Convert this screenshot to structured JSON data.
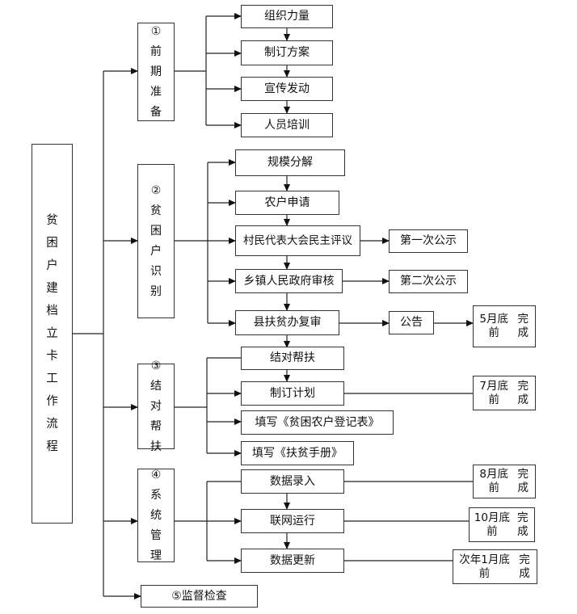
{
  "root": {
    "chars": [
      "贫",
      "困",
      "户",
      "建",
      "档",
      "立",
      "卡",
      "工",
      "作",
      "流",
      "程"
    ]
  },
  "phases": [
    {
      "id": "p1",
      "chars": [
        "①",
        "前",
        "期",
        "准",
        "备"
      ]
    },
    {
      "id": "p2",
      "chars": [
        "②",
        "贫",
        "困",
        "户",
        "识",
        "别"
      ]
    },
    {
      "id": "p3",
      "chars": [
        "③",
        "结",
        "对",
        "帮",
        "扶"
      ]
    },
    {
      "id": "p4",
      "chars": [
        "④",
        "系",
        "统",
        "管",
        "理"
      ]
    },
    {
      "id": "p5",
      "label": "⑤监督检查"
    }
  ],
  "steps": {
    "p1": [
      "组织力量",
      "制订方案",
      "宣传发动",
      "人员培训"
    ],
    "p2": [
      "规模分解",
      "农户申请",
      "村民代表大会民主评议",
      "乡镇人民政府审核",
      "县扶贫办复审"
    ],
    "p3": [
      "结对帮扶",
      "制订计划",
      "填写《贫困农户登记表》",
      "填写《扶贫手册》"
    ],
    "p4": [
      "数据录入",
      "联网运行",
      "数据更新"
    ]
  },
  "notices": [
    "第一次公示",
    "第二次公示",
    "公告"
  ],
  "deadlines": [
    {
      "line1": "5月底前",
      "line2": "完成"
    },
    {
      "line1": "7月底前",
      "line2": "完成"
    },
    {
      "line1": "8月底前",
      "line2": "完成"
    },
    {
      "line1": "10月底前",
      "line2": "完成"
    },
    {
      "line1": "次年1月底前",
      "line2": "完成"
    }
  ]
}
